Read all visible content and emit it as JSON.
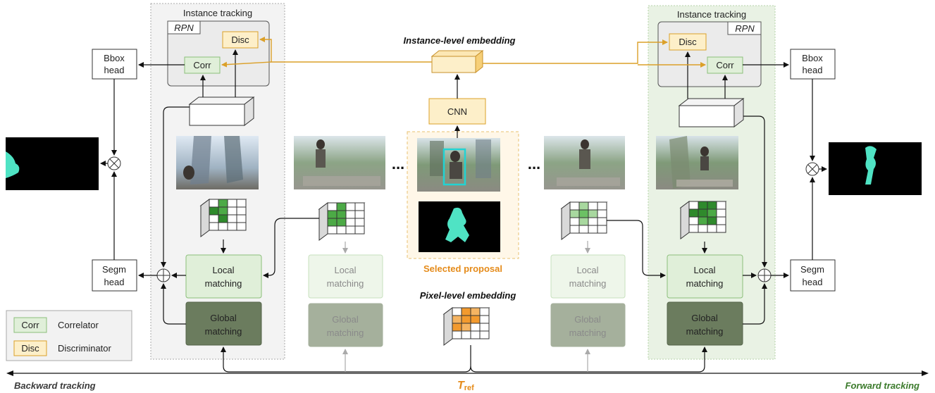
{
  "colors": {
    "orange": "#dba029",
    "orange_fill": "#fdefc9",
    "green_light": "#e0efd9",
    "green_stroke": "#8bbf7a",
    "green_dark": "#6b7c5e",
    "forward_green": "#3b7a2b",
    "tref_orange": "#e58b1a",
    "selected_orange": "#e58b1a"
  },
  "left_panel": {
    "title": "Instance tracking",
    "rpn": "RPN",
    "disc": "Disc",
    "corr": "Corr",
    "local_line1": "Local",
    "local_line2": "matching",
    "global_line1": "Global",
    "global_line2": "matching"
  },
  "right_panel": {
    "title": "Instance tracking",
    "rpn": "RPN",
    "disc": "Disc",
    "corr": "Corr",
    "local_line1": "Local",
    "local_line2": "matching",
    "global_line1": "Global",
    "global_line2": "matching"
  },
  "faded_left": {
    "local_line1": "Local",
    "local_line2": "matching",
    "global_line1": "Global",
    "global_line2": "matching"
  },
  "faded_right": {
    "local_line1": "Local",
    "local_line2": "matching",
    "global_line1": "Global",
    "global_line2": "matching"
  },
  "bbox_left": {
    "line1": "Bbox",
    "line2": "head"
  },
  "bbox_right": {
    "line1": "Bbox",
    "line2": "head"
  },
  "segm_left": {
    "line1": "Segm",
    "line2": "head"
  },
  "segm_right": {
    "line1": "Segm",
    "line2": "head"
  },
  "center": {
    "instance_embedding": "Instance-level embedding",
    "cnn": "CNN",
    "selected_proposal": "Selected proposal",
    "pixel_embedding": "Pixel-level embedding",
    "ellipsis": "..."
  },
  "legend": {
    "corr_key": "Corr",
    "corr_text": "Correlator",
    "disc_key": "Disc",
    "disc_text": "Discriminator"
  },
  "axis": {
    "backward": "Backward tracking",
    "forward": "Forward tracking",
    "tref_main": "T",
    "tref_sub": "ref"
  }
}
